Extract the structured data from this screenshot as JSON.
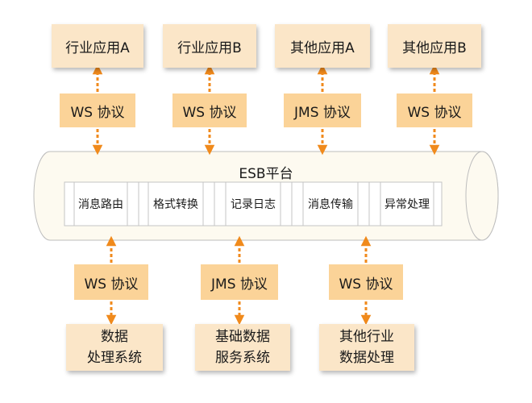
{
  "colors": {
    "box_fill": "#fbe6c8",
    "protocol_fill": "#fbd398",
    "arrow": "#f08a1c",
    "bus_fill": "#fdfaf0"
  },
  "top_apps": [
    {
      "label": "行业应用A",
      "protocol": "WS 协议"
    },
    {
      "label": "行业应用B",
      "protocol": "WS 协议"
    },
    {
      "label": "其他应用A",
      "protocol": "JMS 协议"
    },
    {
      "label": "其他应用B",
      "protocol": "WS 协议"
    }
  ],
  "platform": {
    "title": "ESB平台",
    "modules": [
      "消息路由",
      "格式转换",
      "记录日志",
      "消息传输",
      "异常处理"
    ]
  },
  "bottom_systems": [
    {
      "lines": [
        "数据",
        "处理系统"
      ],
      "protocol": "WS 协议"
    },
    {
      "lines": [
        "基础数据",
        "服务系统"
      ],
      "protocol": "JMS 协议"
    },
    {
      "lines": [
        "其他行业",
        "数据处理"
      ],
      "protocol": "WS 协议"
    }
  ]
}
